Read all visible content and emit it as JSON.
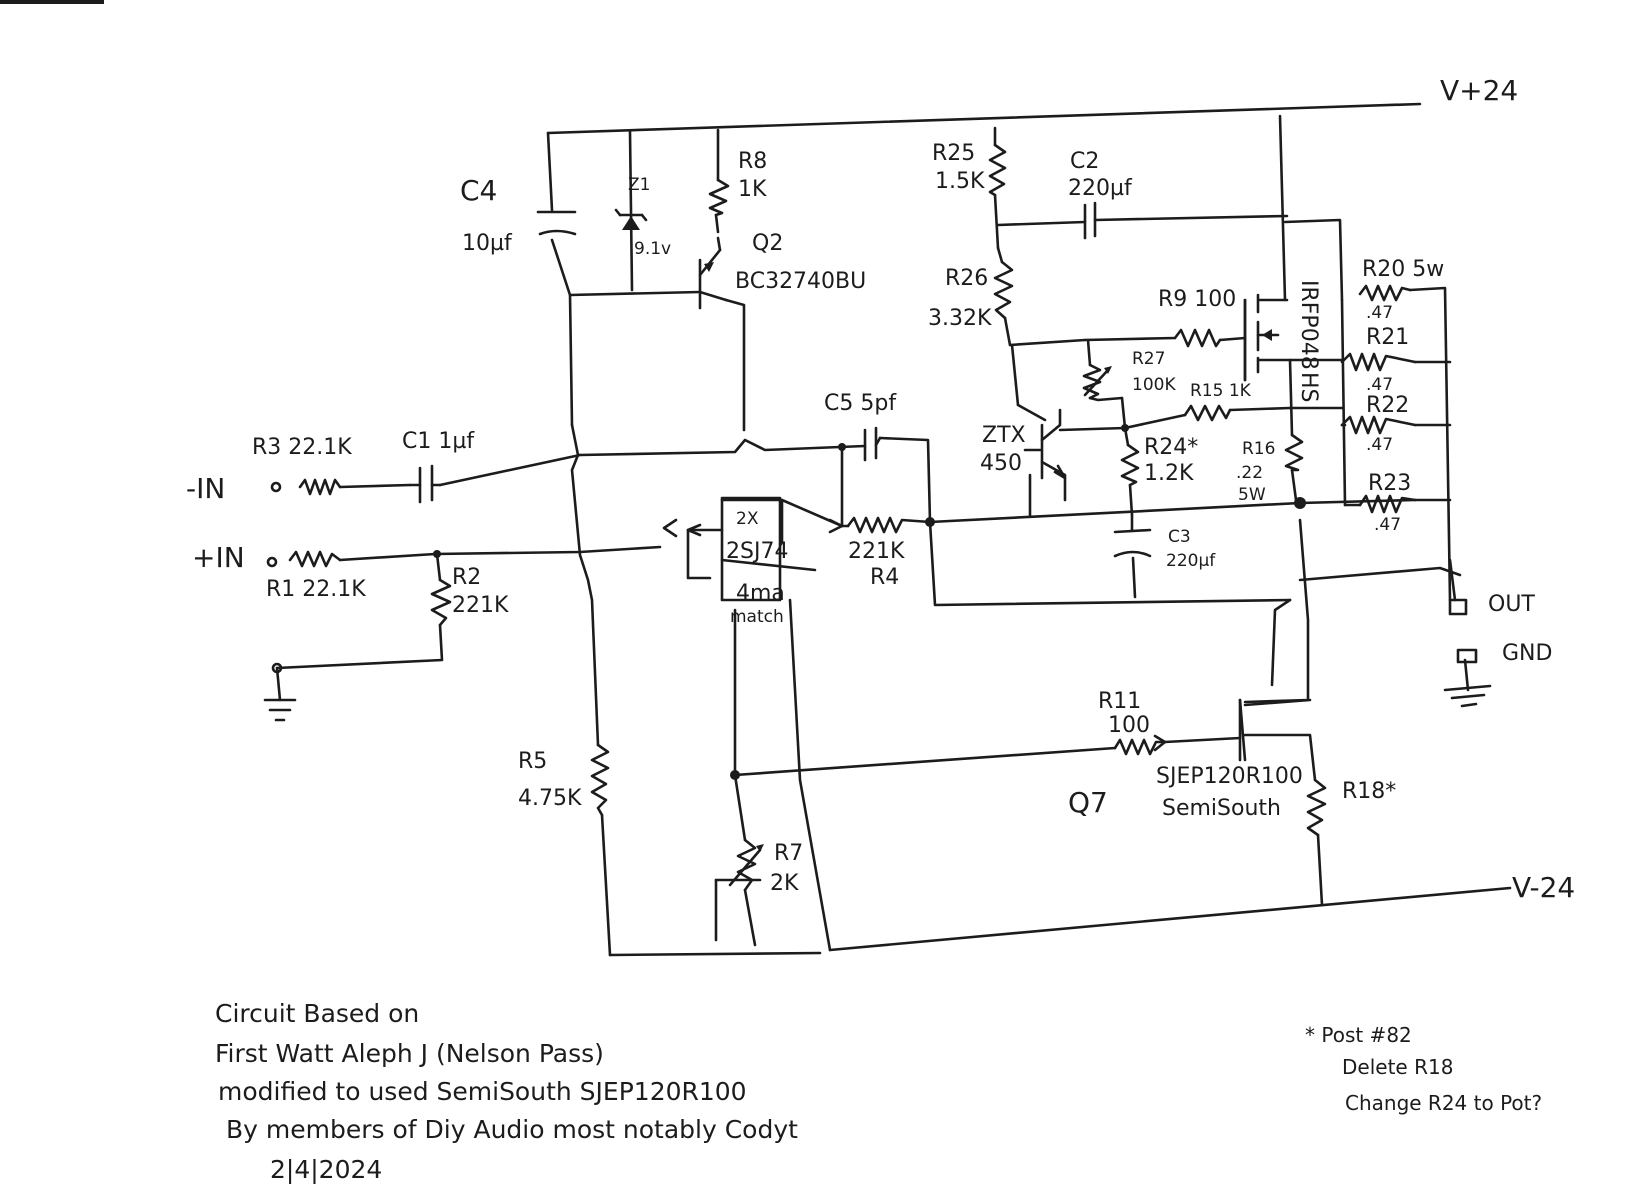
{
  "rails": {
    "vpos": "V+24",
    "vneg": "V-24"
  },
  "inputs": {
    "minus_in": "-IN",
    "plus_in": "+IN"
  },
  "outputs": {
    "out": "OUT",
    "gnd": "GND"
  },
  "parts": {
    "c4": {
      "ref": "C4",
      "value": "10µf"
    },
    "z1": {
      "ref": "Z1",
      "value": "9.1v"
    },
    "r8": {
      "ref": "R8",
      "value": "1K"
    },
    "q2": {
      "ref": "Q2",
      "value": "BC32740BU"
    },
    "r25": {
      "ref": "R25",
      "value": "1.5K"
    },
    "c2": {
      "ref": "C2",
      "value": "220µf"
    },
    "r26": {
      "ref": "R26",
      "value": "3.32K"
    },
    "r9": {
      "label": "R9 100"
    },
    "q_out": {
      "value": "IRFP048"
    },
    "q_hs": {
      "value": "HS"
    },
    "r20": {
      "label": "R20 5w",
      "value": ".47"
    },
    "r21": {
      "ref": "R21",
      "value": ".47"
    },
    "r22": {
      "ref": "R22",
      "value": ".47"
    },
    "r23": {
      "ref": "R23",
      "value": ".47"
    },
    "r27": {
      "ref": "R27",
      "value": "100K"
    },
    "r15": {
      "label": "R15 1K"
    },
    "ztx": {
      "ref": "ZTX",
      "value": "450"
    },
    "r24": {
      "ref": "R24*",
      "value": "1.2K"
    },
    "r16": {
      "ref": "R16",
      "value": ".22",
      "power": "5W"
    },
    "c5": {
      "label": "C5 5pf"
    },
    "r3": {
      "label": "R3 22.1K"
    },
    "c1": {
      "label": "C1 1µf"
    },
    "jfet": {
      "count": "2X",
      "part": "2SJ74",
      "match1": "4ma",
      "match2": "match"
    },
    "r4": {
      "value": "221K",
      "ref": "R4"
    },
    "r1": {
      "label": "R1 22.1K"
    },
    "r2": {
      "ref": "R2",
      "value": "221K"
    },
    "c3": {
      "ref": "C3",
      "value": "220µf"
    },
    "r11": {
      "ref": "R11",
      "value": "100"
    },
    "q7": {
      "ref": "Q7",
      "part": "SJEP120R100",
      "maker": "SemiSouth"
    },
    "r18": {
      "ref": "R18*"
    },
    "r5": {
      "ref": "R5",
      "value": "4.75K"
    },
    "r7": {
      "ref": "R7",
      "value": "2K"
    }
  },
  "notes": {
    "credit": [
      "Circuit Based on",
      "First Watt Aleph J (Nelson Pass)",
      "modified to used SemiSouth SJEP120R100",
      "By members of Diy Audio most notably Codyt",
      "2|4|2024"
    ],
    "post": [
      "* Post #82",
      "Delete R18",
      "Change R24 to Pot?"
    ]
  }
}
